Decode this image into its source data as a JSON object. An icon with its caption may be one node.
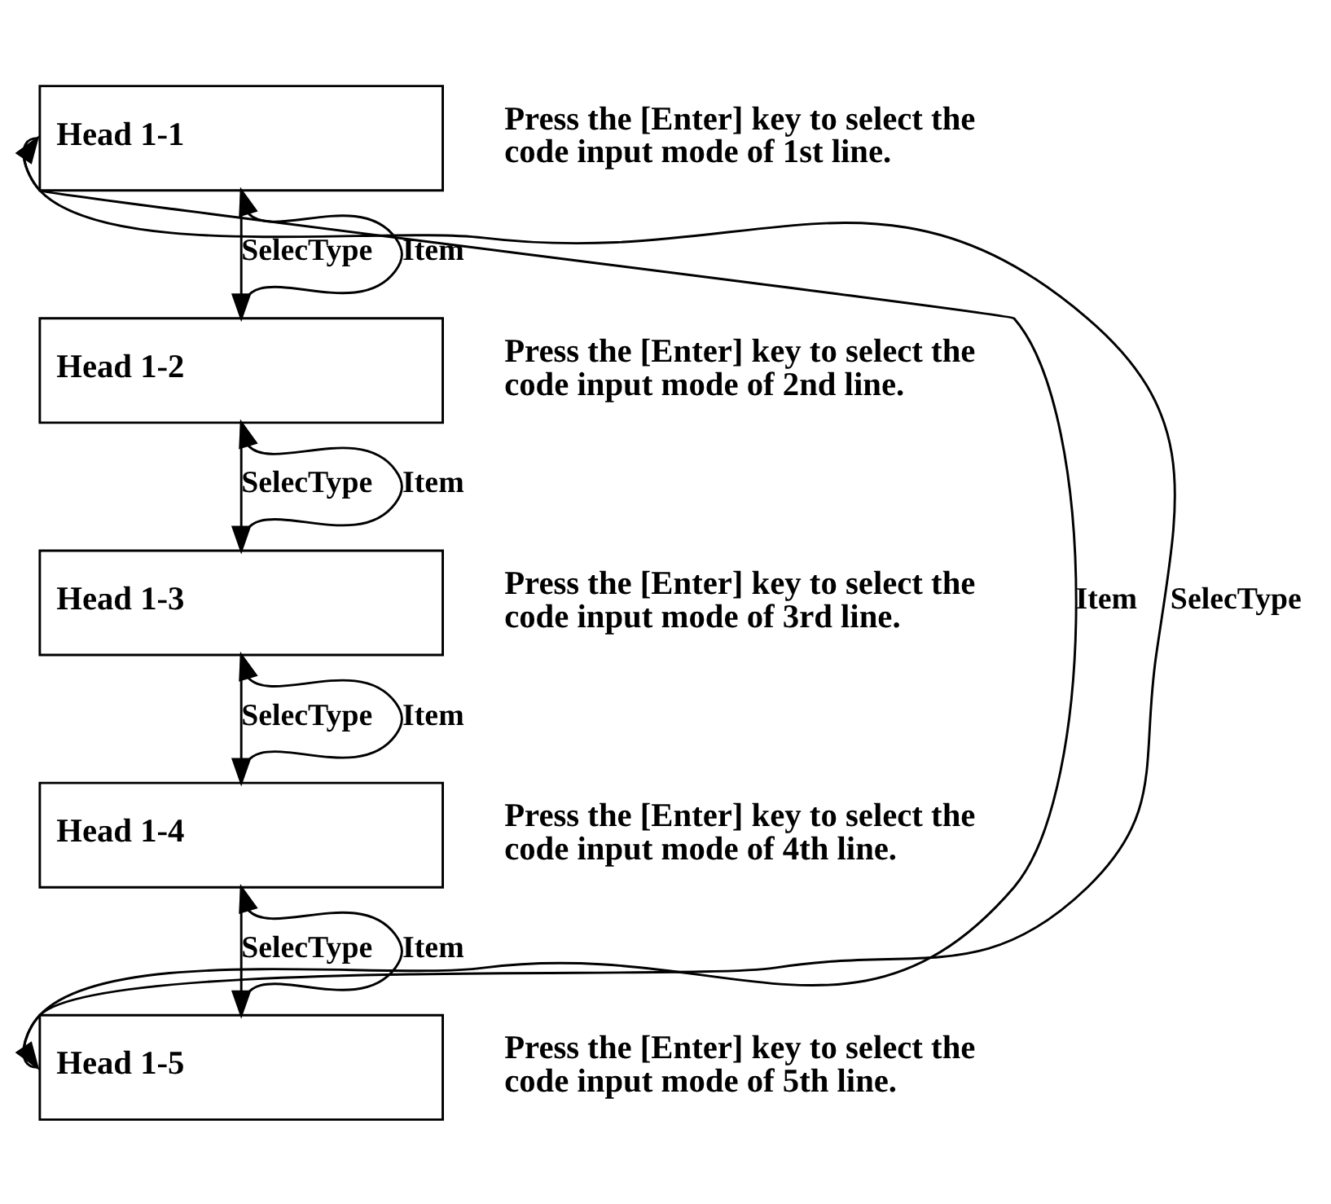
{
  "diagram": {
    "nodes": [
      {
        "text": [
          "Head 1-1"
        ],
        "beside": [
          "Press the [Enter] key to select the code input mode of 1st line."
        ]
      },
      {
        "text": [
          "Head 1-2"
        ],
        "beside": [
          "Press the [Enter] key to select the code input mode of 2nd line."
        ]
      },
      {
        "text": [
          "Head 1-3"
        ],
        "beside": [
          "Press the [Enter] key to select the code input mode of 3rd line."
        ]
      },
      {
        "text": [
          "Head 1-4"
        ],
        "beside": [
          "Press the [Enter] key to select the code input mode of 4th line."
        ]
      },
      {
        "text": [
          "Head 1-5"
        ],
        "beside": [
          "Press the [Enter] key to select the code input mode of 5th line."
        ]
      }
    ],
    "edges": [
      {
        "from": 0,
        "to": 4,
        "arrow": "to",
        "label": "Item"
      },
      {
        "from": 0,
        "to": 1,
        "arrow": "to",
        "label": "SelecType"
      },
      {
        "from": 1,
        "to": 0,
        "arrow": "to",
        "label": "Item"
      },
      {
        "from": 1,
        "to": 2,
        "arrow": "to",
        "label": "SelecType"
      },
      {
        "from": 2,
        "to": 1,
        "arrow": "to",
        "label": "Item"
      },
      {
        "from": 2,
        "to": 3,
        "arrow": "to",
        "label": "SelecType"
      },
      {
        "from": 3,
        "to": 2,
        "arrow": "to",
        "label": "Item"
      },
      {
        "from": 3,
        "to": 4,
        "arrow": "to",
        "label": "SelecType"
      },
      {
        "from": 4,
        "to": 3,
        "arrow": "to",
        "label": "Item"
      },
      {
        "from": 4,
        "to": 0,
        "arrow": "to",
        "label": "SelecType"
      }
    ]
  }
}
